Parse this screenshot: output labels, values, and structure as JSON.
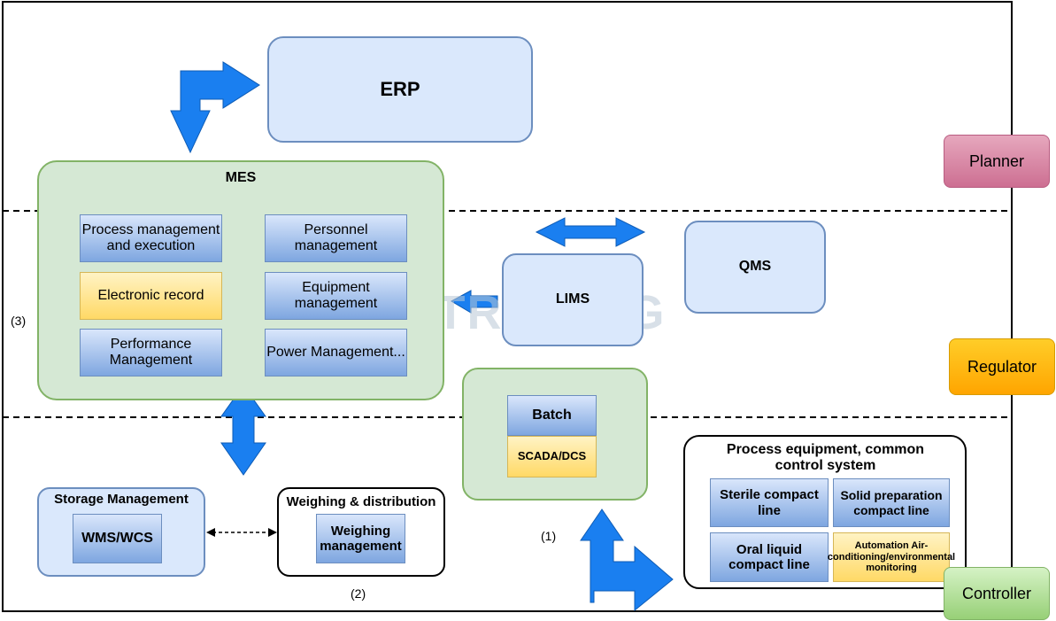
{
  "erp": {
    "label": "ERP"
  },
  "mes": {
    "title": "MES",
    "modules": {
      "process": "Process management and execution",
      "personnel": "Personnel management",
      "electronic_record": "Electronic record",
      "equipment": "Equipment management",
      "performance": "Performance Management",
      "power": "Power Management..."
    }
  },
  "lims": {
    "label": "LIMS"
  },
  "qms": {
    "label": "QMS"
  },
  "batch": {
    "label": "Batch",
    "scada": "SCADA/DCS"
  },
  "storage": {
    "title": "Storage Management",
    "wms": "WMS/WCS"
  },
  "weighing": {
    "title": "Weighing & distribution",
    "module": "Weighing management"
  },
  "process_equipment": {
    "title": "Process equipment, common control system",
    "sterile": "Sterile compact line",
    "solid": "Solid preparation compact line",
    "oral": "Oral liquid compact line",
    "automation": "Automation Air-conditioning/environmental monitoring"
  },
  "roles": {
    "planner": "Planner",
    "regulator": "Regulator",
    "controller": "Controller"
  },
  "notes": {
    "n1": "(1)",
    "n2": "(2)",
    "n3": "(3)"
  },
  "watermark": "TRUKING",
  "colors": {
    "arrow": "#1a7ff0",
    "arrow_stroke": "#0d5bb5"
  }
}
